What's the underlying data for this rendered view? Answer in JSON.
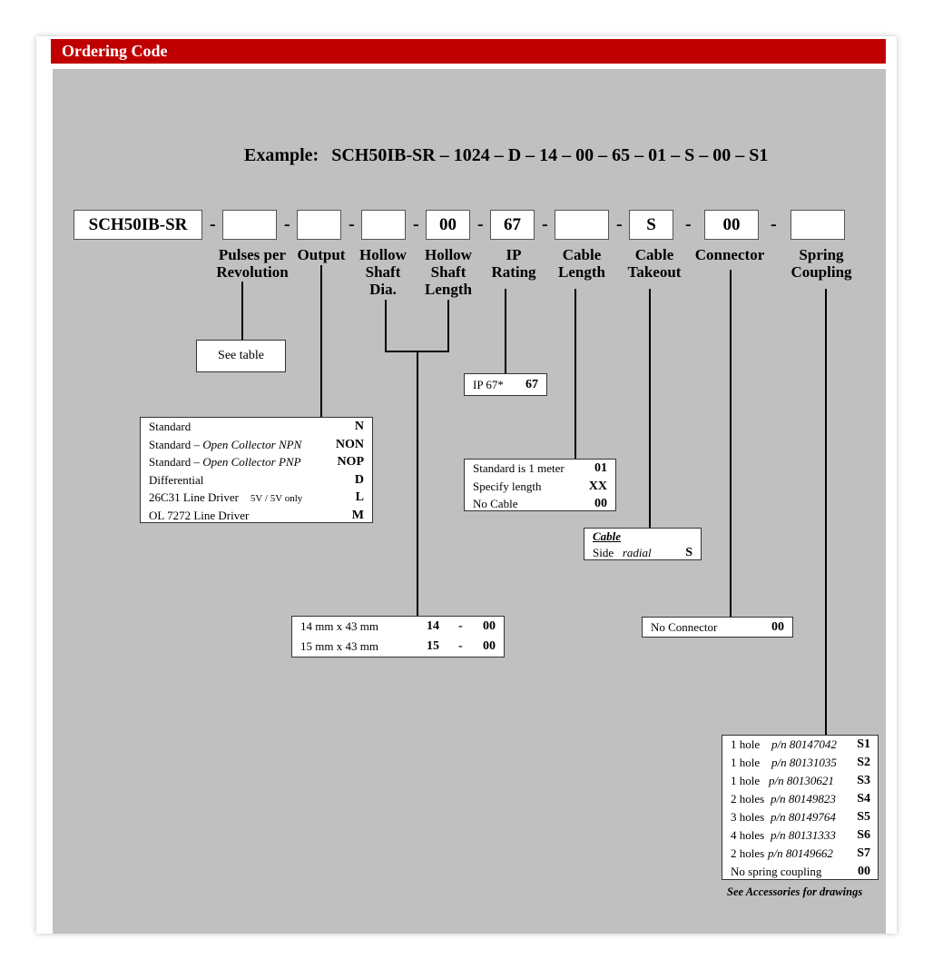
{
  "header": {
    "title": "Ordering Code"
  },
  "example": {
    "label": "Example:",
    "code": "SCH50IB-SR – 1024 – D – 14 – 00 – 65 – 01 – S – 00 – S1"
  },
  "code": {
    "prefix": "SCH50IB-SR",
    "dash": "-",
    "hollow_shaft_length": "00",
    "ip_rating": "67",
    "cable_takeout": "S",
    "connector": "00"
  },
  "labels": {
    "pulses_1": "Pulses per",
    "pulses_2": "Revolution",
    "output": "Output",
    "dia_1": "Hollow",
    "dia_2": "Shaft",
    "dia_3": "Dia.",
    "len_1": "Hollow",
    "len_2": "Shaft",
    "len_3": "Length",
    "ip_1": "IP",
    "ip_2": "Rating",
    "cablelen_1": "Cable",
    "cablelen_2": "Length",
    "takeout_1": "Cable",
    "takeout_2": "Takeout",
    "connector": "Connector",
    "spring_1": "Spring",
    "spring_2": "Coupling"
  },
  "see_table": "See table",
  "ip_table": {
    "text": "IP 67*",
    "code": "67"
  },
  "output_table": {
    "r1": {
      "text": "Standard",
      "code": "N"
    },
    "r2": {
      "pre": "Standard – ",
      "italic": "Open Collector  NPN",
      "code": "NON"
    },
    "r3": {
      "pre": "Standard – ",
      "italic": "Open Collector  PNP",
      "code": "NOP"
    },
    "r4": {
      "text": "Differential",
      "code": "D"
    },
    "r5": {
      "text": "26C31 Line Driver",
      "small": "5V / 5V only",
      "code": "L"
    },
    "r6": {
      "text": "OL 7272 Line Driver",
      "code": "M"
    }
  },
  "cable_length_table": {
    "r1": {
      "text": "Standard is 1 meter",
      "code": "01"
    },
    "r2": {
      "text": "Specify length",
      "code": "XX"
    },
    "r3": {
      "text": "No Cable",
      "code": "00"
    }
  },
  "cable_takeout_table": {
    "heading": "Cable",
    "side": "Side",
    "radial": "radial",
    "code": "S"
  },
  "shaft_table": {
    "r1": {
      "text": "14 mm x 43 mm",
      "dia": "14",
      "dash": "-",
      "len": "00"
    },
    "r2": {
      "text": "15 mm x 43 mm",
      "dia": "15",
      "dash": "-",
      "len": "00"
    }
  },
  "connector_table": {
    "text": "No Connector",
    "code": "00"
  },
  "spring_table": {
    "r1": {
      "text": "1 hole",
      "pn": "p/n 80147042",
      "code": "S1"
    },
    "r2": {
      "text": "1 hole",
      "pn": "p/n 80131035",
      "code": "S2"
    },
    "r3": {
      "text": "1 hole",
      "pn": "p/n 80130621",
      "code": "S3"
    },
    "r4": {
      "text": "2 holes",
      "pn": "p/n 80149823",
      "code": "S4"
    },
    "r5": {
      "text": "3 holes",
      "pn": "p/n 80149764",
      "code": "S5"
    },
    "r6": {
      "text": "4 holes",
      "pn": "p/n 80131333",
      "code": "S6"
    },
    "r7": {
      "text": "2 holes",
      "pn": "p/n 80149662",
      "code": "S7"
    },
    "r8": {
      "text": "No spring coupling",
      "code": "00"
    }
  },
  "note": "See Accessories for drawings"
}
